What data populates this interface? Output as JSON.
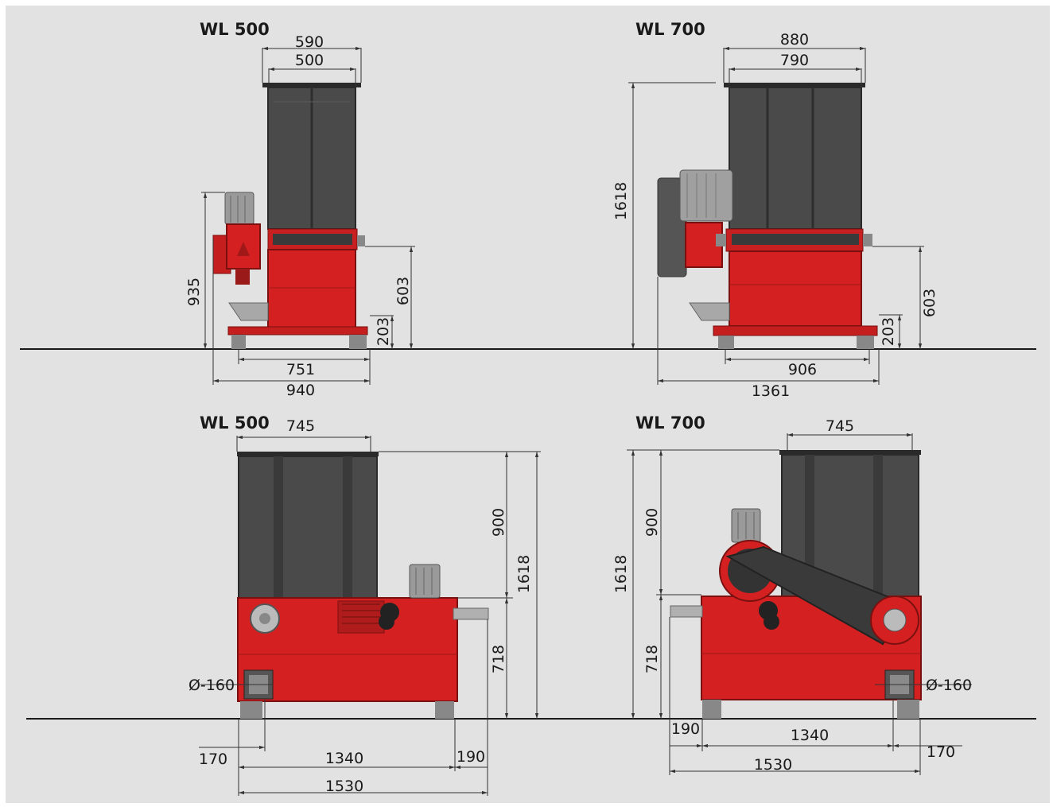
{
  "colors": {
    "background": "#e2e2e2",
    "machine_red": "#d42020",
    "hopper_dark": "#4a4a4a"
  },
  "views": {
    "top_left": {
      "title": "WL 500",
      "hopper_outer": "590",
      "hopper_inner": "500",
      "total_height": "935",
      "cutter_height": "603",
      "base_height": "203",
      "foot_span": "751",
      "overall_width": "940"
    },
    "top_right": {
      "title": "WL 700",
      "hopper_outer": "880",
      "hopper_inner": "790",
      "total_height": "1618",
      "cutter_height": "603",
      "base_height": "203",
      "foot_span": "906",
      "overall_width": "1361"
    },
    "bottom_left": {
      "title": "WL 500",
      "hopper_width": "745",
      "hopper_height": "900",
      "total_height": "1618",
      "body_height": "718",
      "outlet": "Ø-160",
      "offset_left": "170",
      "foot_span": "1340",
      "offset_right": "190",
      "overall_length": "1530"
    },
    "bottom_right": {
      "title": "WL 700",
      "hopper_width": "745",
      "hopper_height": "900",
      "total_height": "1618",
      "body_height": "718",
      "outlet": "Ø-160",
      "offset_left": "190",
      "foot_span": "1340",
      "offset_right": "170",
      "overall_length": "1530"
    }
  }
}
